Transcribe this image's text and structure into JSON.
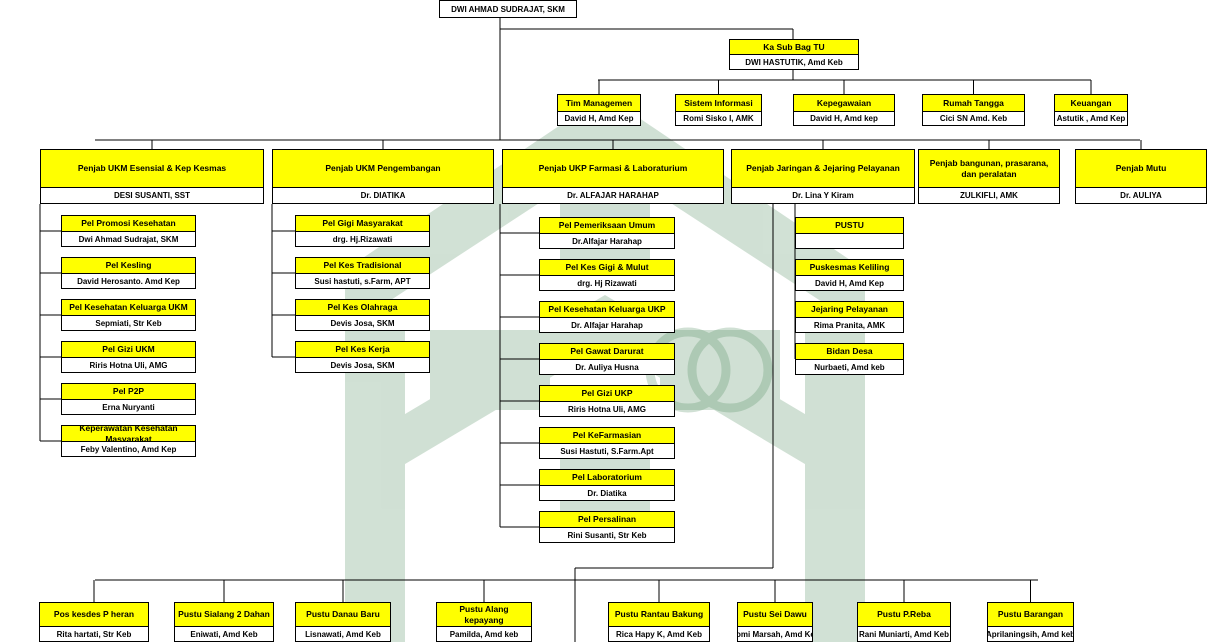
{
  "colors": {
    "head_fill": "#ffff00",
    "sub_fill": "#d8e4bc",
    "line": "#000000",
    "watermark": "#4e8a5c"
  },
  "icons": {
    "watermark": "hospital-rings-watermark-icon"
  },
  "top": {
    "kapus_name": "DWI AHMAD SUDRAJAT, SKM"
  },
  "tu": {
    "title": "Ka Sub Bag TU",
    "name": "DWI HASTUTIK, Amd Keb"
  },
  "admin": [
    {
      "title": "Tim Managemen",
      "name": "David H, Amd Kep"
    },
    {
      "title": "Sistem Informasi",
      "name": "Romi Sisko I, AMK"
    },
    {
      "title": "Kepegawaian",
      "name": "David H, Amd kep"
    },
    {
      "title": "Rumah Tangga",
      "name": "Cici SN Amd. Keb"
    },
    {
      "title": "Keuangan",
      "name": "Astutik , Amd Kep"
    }
  ],
  "heads": [
    {
      "title": "Penjab UKM Esensial & Kep Kesmas",
      "name": "DESI SUSANTI, SST"
    },
    {
      "title": "Penjab UKM Pengembangan",
      "name": "Dr. DIATIKA"
    },
    {
      "title": "Penjab UKP Farmasi & Laboraturium",
      "name": "Dr. ALFAJAR HARAHAP"
    },
    {
      "title": "Penjab Jaringan & Jejaring Pelayanan",
      "name": "Dr. Lina Y Kiram"
    },
    {
      "title": "Penjab bangunan, prasarana, dan peralatan",
      "name": "ZULKIFLI, AMK"
    },
    {
      "title": "Penjab Mutu",
      "name": "Dr. AULIYA"
    }
  ],
  "ukm_esensial": [
    {
      "title": "Pel Promosi Kesehatan",
      "name": "Dwi Ahmad Sudrajat, SKM"
    },
    {
      "title": "Pel Kesling",
      "name": "David Herosanto. Amd Kep"
    },
    {
      "title": "Pel Kesehatan Keluarga UKM",
      "name": "Sepmiati, Str Keb"
    },
    {
      "title": "Pel Gizi UKM",
      "name": "Riris Hotna Uli, AMG"
    },
    {
      "title": "Pel P2P",
      "name": "Erna Nuryanti"
    },
    {
      "title": "Keperawatan Kesehatan Masyarakat",
      "name": "Feby Valentino, Amd Kep"
    }
  ],
  "ukm_pengembangan": [
    {
      "title": "Pel Gigi Masyarakat",
      "name": "drg. Hj.Rizawati"
    },
    {
      "title": "Pel Kes Tradisional",
      "name": "Susi hastuti, s.Farm, APT"
    },
    {
      "title": "Pel Kes Olahraga",
      "name": "Devis Josa, SKM"
    },
    {
      "title": "Pel Kes Kerja",
      "name": "Devis Josa, SKM"
    }
  ],
  "ukp": [
    {
      "title": "Pel Pemeriksaan Umum",
      "name": "Dr.Alfajar Harahap"
    },
    {
      "title": "Pel Kes Gigi & Mulut",
      "name": "drg. Hj Rizawati"
    },
    {
      "title": "Pel Kesehatan Keluarga UKP",
      "name": "Dr. Alfajar Harahap"
    },
    {
      "title": "Pel Gawat Darurat",
      "name": "Dr. Auliya Husna"
    },
    {
      "title": "Pel Gizi UKP",
      "name": "Riris Hotna Uli, AMG"
    },
    {
      "title": "Pel KeFarmasian",
      "name": "Susi Hastuti, S.Farm.Apt"
    },
    {
      "title": "Pel Laboratorium",
      "name": "Dr. Diatika"
    },
    {
      "title": "Pel Persalinan",
      "name": "Rini Susanti, Str Keb"
    }
  ],
  "jaringan": [
    {
      "title": "PUSTU",
      "name": ""
    },
    {
      "title": "Puskesmas Keliling",
      "name": "David H, Amd Kep"
    },
    {
      "title": "Jejaring Pelayanan",
      "name": "Rima Pranita, AMK"
    },
    {
      "title": "Bidan Desa",
      "name": "Nurbaeti, Amd keb"
    }
  ],
  "pustu": [
    {
      "title": "Pos kesdes P heran",
      "name": "Rita hartati, Str Keb"
    },
    {
      "title": "Pustu Sialang 2 Dahan",
      "name": "Eniwati, Amd Keb"
    },
    {
      "title": "Pustu Danau Baru",
      "name": "Lisnawati, Amd Keb"
    },
    {
      "title": "Pustu Alang kepayang",
      "name": "Pamilda, Amd keb"
    },
    {
      "title": "Pustu Rantau Bakung",
      "name": "Rica Hapy K, Amd Keb"
    },
    {
      "title": "Pustu Sei Dawu",
      "name": "Romi Marsah, Amd Keb"
    },
    {
      "title": "Pustu P.Reba",
      "name": "Rani Muniarti, Amd Keb"
    },
    {
      "title": "Pustu Barangan",
      "name": "Aprilaningsih, Amd keb"
    }
  ]
}
